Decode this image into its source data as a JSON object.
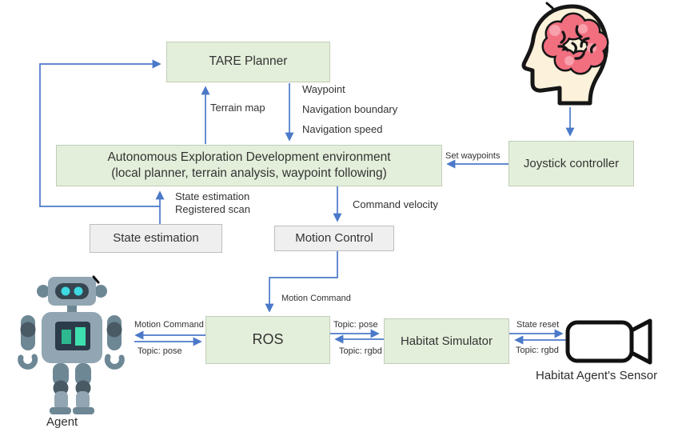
{
  "diagram": {
    "nodes": {
      "tare_planner": {
        "label": "TARE Planner"
      },
      "aed_environment": {
        "line1": "Autonomous Exploration Development environment",
        "line2": "(local planner, terrain analysis, waypoint following)"
      },
      "joystick_controller": {
        "label": "Joystick controller"
      },
      "state_estimation": {
        "label": "State estimation"
      },
      "motion_control": {
        "label": "Motion Control"
      },
      "ros": {
        "label": "ROS"
      },
      "habitat_simulator": {
        "label": "Habitat Simulator"
      }
    },
    "edge_labels": {
      "terrain_map": "Terrain map",
      "waypoint": "Waypoint",
      "navigation_boundary": "Navigation boundary",
      "navigation_speed": "Navigation speed",
      "set_waypoints": "Set waypoints",
      "state_estimation": "State estimation",
      "registered_scan": "Registered scan",
      "command_velocity": "Command velocity",
      "motion_command_to_ros": "Motion Command",
      "motion_command_to_agent": "Motion Command",
      "topic_pose_agent": "Topic: pose",
      "topic_pose_habitat": "Topic: pose",
      "topic_rgbd_habitat": "Topic: rgbd",
      "state_reset": "State reset",
      "topic_rgbd_sensor": "Topic: rgbd"
    },
    "captions": {
      "agent": "Agent",
      "habitat_sensor": "Habitat Agent's Sensor"
    },
    "icons": [
      "human-brain-icon",
      "robot-agent-icon",
      "camera-sensor-icon"
    ],
    "colors": {
      "node_green_fill": "#e4efdb",
      "node_gray_fill": "#efefef",
      "arrow_blue": "#4b79c9",
      "brain_pink": "#f26f80",
      "head_cream": "#fcf1da",
      "text": "#3a3a3a"
    }
  }
}
